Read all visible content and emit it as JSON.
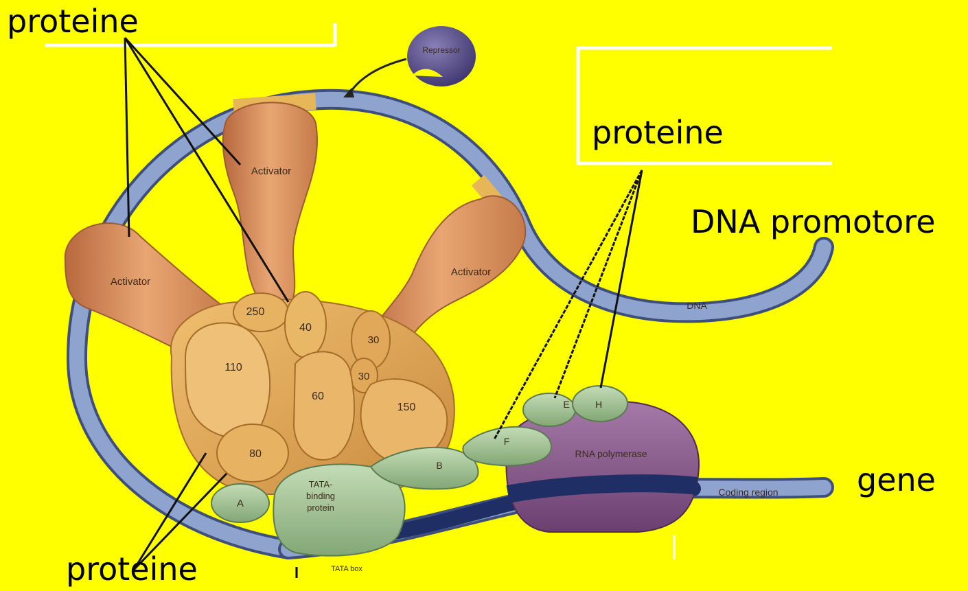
{
  "labels": {
    "proteine_top_left": "proteine",
    "proteine_top_right": "proteine",
    "dna_promotore": "DNA promotore",
    "gene": "gene",
    "proteine_bottom": "proteine"
  },
  "diagram": {
    "repressor": "Repressor",
    "activator_left": "Activator",
    "activator_center": "Activator",
    "activator_right": "Activator",
    "dna": "DNA",
    "taf_250": "250",
    "taf_40": "40",
    "taf_30a": "30",
    "taf_30b": "30",
    "taf_110": "110",
    "taf_60": "60",
    "taf_150": "150",
    "taf_80": "80",
    "factor_a": "A",
    "factor_b": "B",
    "factor_e": "E",
    "factor_f": "F",
    "factor_h": "H",
    "tata_binding_protein_line1": "TATA-",
    "tata_binding_protein_line2": "binding",
    "tata_binding_protein_line3": "protein",
    "rna_polymerase": "RNA polymerase",
    "coding_region": "Coding region",
    "tata_box": "TATA box"
  },
  "colors": {
    "background": "#ffff00",
    "dna": "#8fa3cf",
    "dna_dark": "#2a3f86",
    "activator": "#d8935e",
    "taf": "#e0a85a",
    "general_factor": "#a6c49a",
    "rna_polymerase": "#8a5a8e",
    "repressor": "#5a4f8a"
  }
}
